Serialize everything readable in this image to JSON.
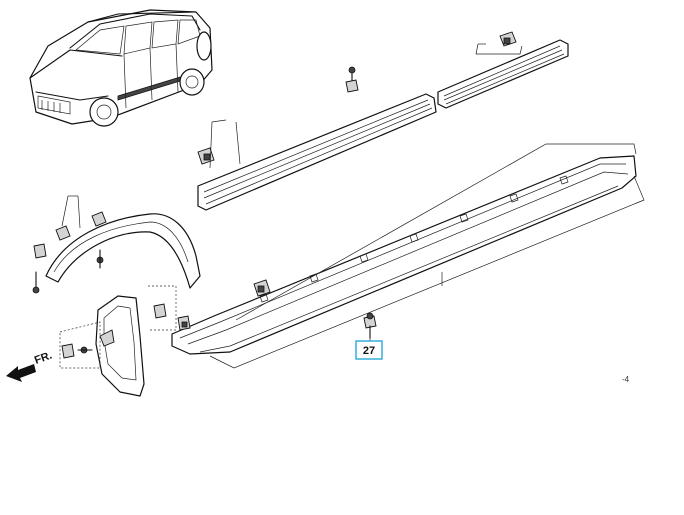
{
  "diagram": {
    "front_label": "FR.",
    "callout_number": "27",
    "corner_mark": "-4"
  },
  "colors": {
    "line": "#111111",
    "callout_border": "#29a8d8",
    "background": "#ffffff"
  }
}
